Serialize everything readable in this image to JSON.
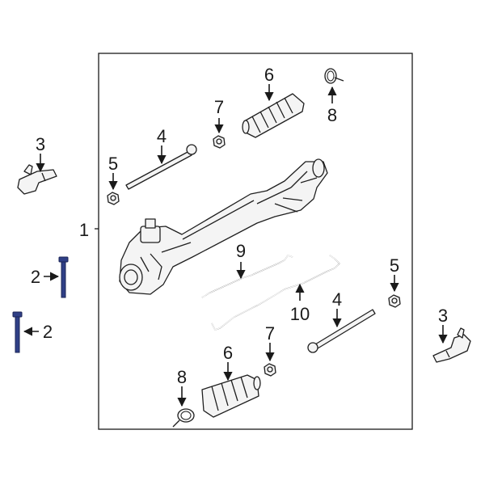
{
  "diagram": {
    "callouts": {
      "assembly": "1",
      "bolt_left_upper": "2",
      "bolt_left_lower": "2",
      "tie_rod_end_left": "3",
      "tie_rod_end_right": "3",
      "inner_tie_rod_upper": "4",
      "inner_tie_rod_lower": "4",
      "nut_upper": "5",
      "nut_right": "5",
      "boot_upper": "6",
      "boot_lower": "6",
      "small_nut_upper": "7",
      "small_nut_lower": "7",
      "clamp_upper": "8",
      "clamp_lower": "8",
      "pressure_line": "9",
      "return_line": "10"
    },
    "colors": {
      "highlight_bolt": "#2f3f86",
      "outline": "#1f1f1f"
    }
  }
}
